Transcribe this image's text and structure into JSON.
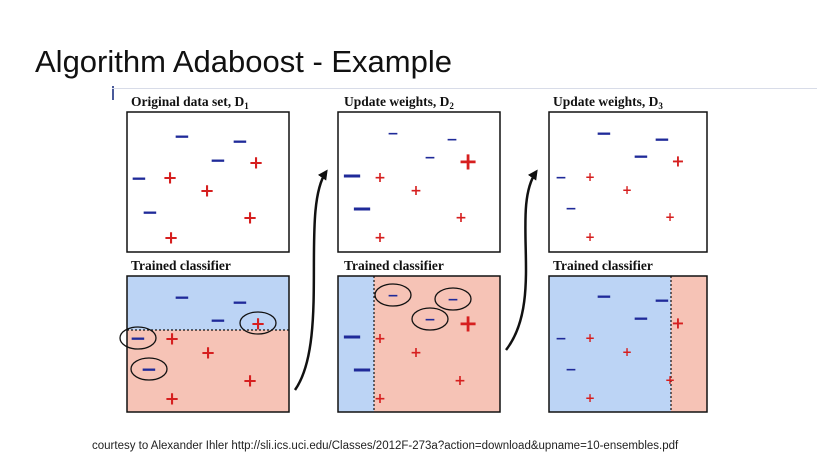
{
  "slide": {
    "title": "Algorithm Adaboost - Example",
    "credit": "courtesy to Alexander Ihler http://sli.ics.uci.edu/Classes/2012F-273a?action=download&upname=10-ensembles.pdf"
  },
  "panels": [
    {
      "top_label": "Original data set,",
      "top_sym": "D",
      "top_sub": "1",
      "bottom_label": "Trained classifier"
    },
    {
      "top_label": "Update weights,",
      "top_sym": "D",
      "top_sub": "2",
      "bottom_label": "Trained classifier"
    },
    {
      "top_label": "Update weights,",
      "top_sym": "D",
      "top_sub": "3",
      "bottom_label": "Trained classifier"
    }
  ],
  "symbols": {
    "plus": "+",
    "minus": "−"
  },
  "colors": {
    "positive": "#d61f1f",
    "negative": "#1f2a99",
    "region_negative": "#bcd4f5",
    "region_positive": "#f6c3b6"
  },
  "icons": [
    "curved-arrow-icon",
    "circle-highlight-icon"
  ]
}
